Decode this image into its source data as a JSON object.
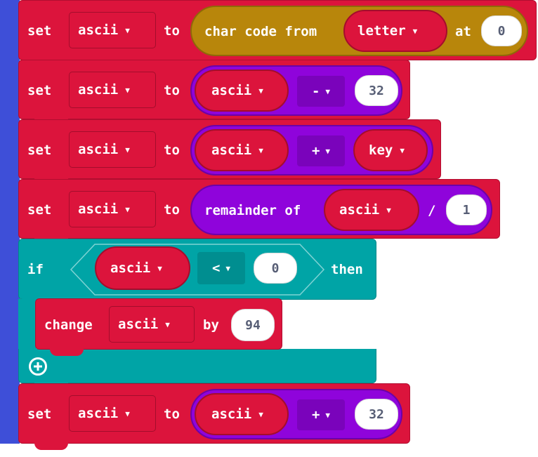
{
  "blocks": [
    {
      "set_label": "set",
      "variable": "ascii",
      "to_label": "to",
      "expr": {
        "label": "char code from",
        "argument": "letter",
        "at_label": "at",
        "index": "0"
      }
    },
    {
      "set_label": "set",
      "variable": "ascii",
      "to_label": "to",
      "expr": {
        "left": "ascii",
        "operator": "-",
        "right": "32"
      }
    },
    {
      "set_label": "set",
      "variable": "ascii",
      "to_label": "to",
      "expr": {
        "left": "ascii",
        "operator": "+",
        "right": "key"
      }
    },
    {
      "set_label": "set",
      "variable": "ascii",
      "to_label": "to",
      "expr": {
        "label": "remainder of",
        "left": "ascii",
        "operator": "/",
        "right": "1"
      }
    },
    {
      "if_label": "if",
      "condition": {
        "left": "ascii",
        "operator": "<",
        "right": "0"
      },
      "then_label": "then",
      "body": {
        "change_label": "change",
        "variable": "ascii",
        "by_label": "by",
        "amount": "94"
      }
    },
    {
      "set_label": "set",
      "variable": "ascii",
      "to_label": "to",
      "expr": {
        "left": "ascii",
        "operator": "+",
        "right": "32"
      }
    }
  ],
  "icons": {
    "dropdown_arrow": "▼",
    "add_else": "plus-circle-icon"
  },
  "colors": {
    "variables_block": "#dc143c",
    "math_reporter": "#8f04db",
    "text_reporter": "#b8860b",
    "logic_block": "#00a4a6",
    "workspace_spine": "#3e4fd8"
  }
}
